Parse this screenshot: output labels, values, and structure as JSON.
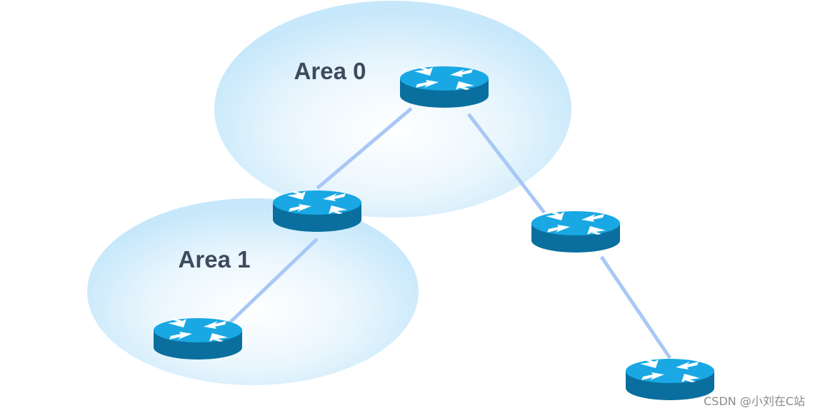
{
  "areas": [
    {
      "id": "area0",
      "label": "Area 0"
    },
    {
      "id": "area1",
      "label": "Area 1"
    }
  ],
  "routers": [
    {
      "id": "r-area0"
    },
    {
      "id": "r-abr"
    },
    {
      "id": "r-area1"
    },
    {
      "id": "r-right-mid"
    },
    {
      "id": "r-right-bottom"
    }
  ],
  "links": [
    {
      "from": "r-area0",
      "to": "r-abr"
    },
    {
      "from": "r-abr",
      "to": "r-area1"
    },
    {
      "from": "r-area0",
      "to": "r-right-mid"
    },
    {
      "from": "r-right-mid",
      "to": "r-right-bottom"
    }
  ],
  "colors": {
    "area_fill_center": "#ffffff",
    "area_fill_edge": "#c7e8fb",
    "label": "#3e4a5e",
    "link": "#a8c8f5",
    "router_top": "#19a8e3",
    "router_side": "#0a6f9e",
    "router_arrow": "#ffffff"
  },
  "icons": {
    "router": "router-icon"
  },
  "watermark": "CSDN @小刘在C站"
}
